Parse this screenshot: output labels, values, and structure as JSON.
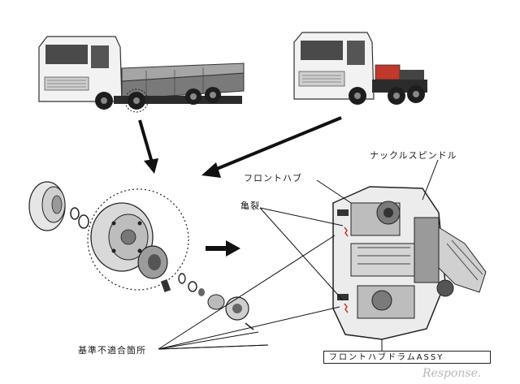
{
  "labels": {
    "knuckle_spindle": "ナックルスピンドル",
    "front_hub": "フロントハブ",
    "crack": "亀裂",
    "nonconforming": "基準不適合箇所",
    "assy": "フロントハブドラムASSY"
  },
  "watermark": "Response.",
  "colors": {
    "ink": "#1a1a1a",
    "cab": "#f2f2f2",
    "chassis": "#2b2b2b",
    "tank": "#c0392b"
  }
}
